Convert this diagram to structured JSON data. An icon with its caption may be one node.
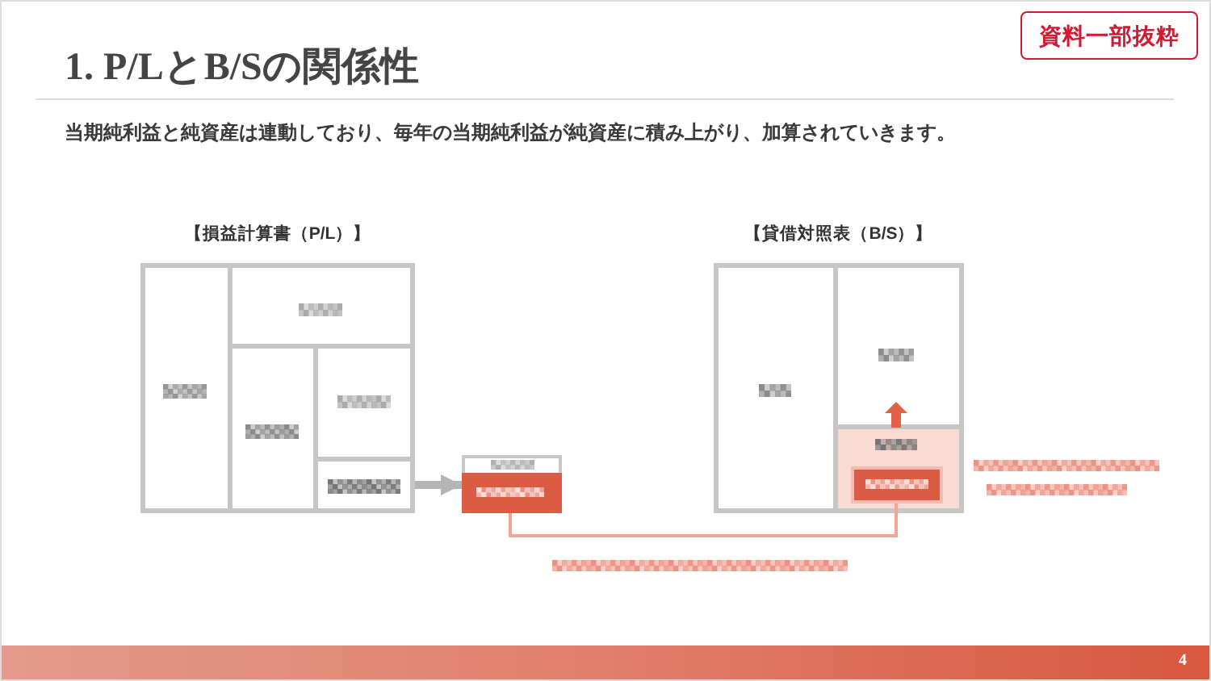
{
  "diagram": {
    "title": "1. P/LとB/Sの関係性",
    "nodes": [
      {
        "text": [
          "資料一部抜粋"
        ]
      },
      {
        "text": [
          "【損益計算書（P/L）】"
        ]
      },
      {
        "text": [],
        "shape": "box",
        "in": 1
      },
      {
        "text": [],
        "shape": "box",
        "in": 1
      },
      {
        "text": [],
        "shape": "box",
        "in": 1
      },
      {
        "text": [],
        "shape": "box",
        "in": 1
      },
      {
        "text": [],
        "shape": "box",
        "in": 1
      },
      {
        "text": [],
        "shape": "box"
      },
      {
        "text": [],
        "shape": "box",
        "in": 7
      },
      {
        "text": [],
        "shape": "box",
        "in": 7
      },
      {
        "text": [
          "【貸借対照表（B/S）】"
        ]
      },
      {
        "text": [],
        "shape": "box",
        "in": 10
      },
      {
        "text": [],
        "shape": "box",
        "in": 10
      },
      {
        "text": [],
        "shape": "box",
        "in": 10
      },
      {
        "text": [],
        "shape": "box",
        "in": 13
      }
    ],
    "edges": [
      {
        "from": 6,
        "to": 7,
        "arrow": "to",
        "style": "thick",
        "color": "#b5b5b5"
      },
      {
        "from": 9,
        "to": 14,
        "arrow": "none",
        "color": "#f2a597"
      }
    ],
    "labels": [
      "当期純利益と純資産は連動しており、毎年の当期純利益が純資産に積み上がり、加算されていきます。",
      "4"
    ]
  }
}
